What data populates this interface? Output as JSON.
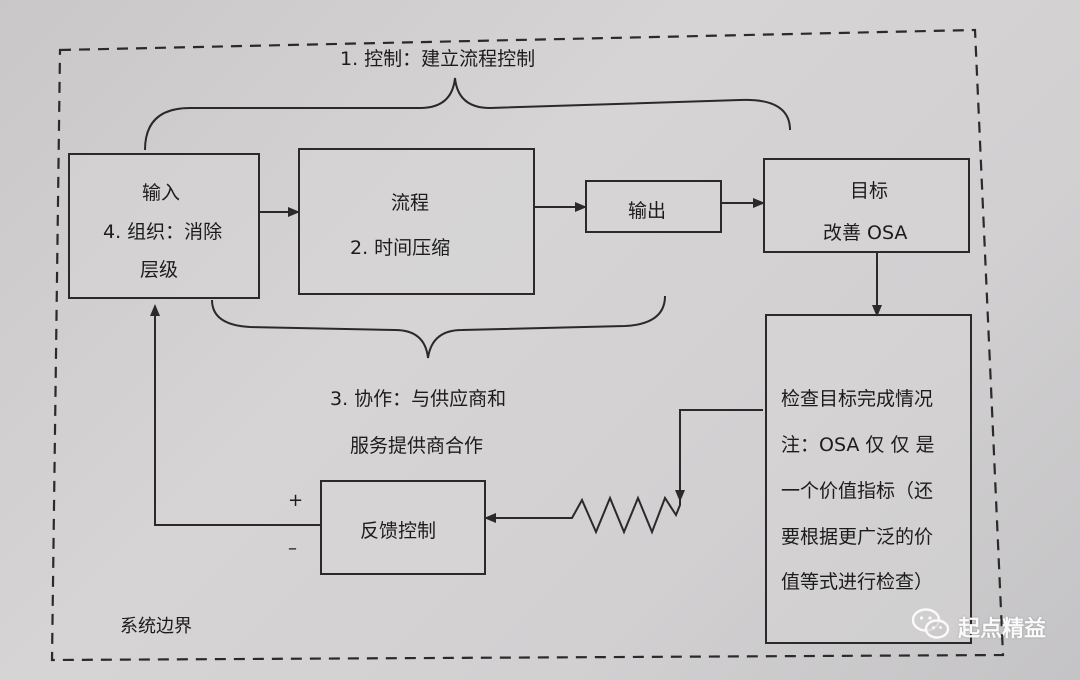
{
  "boundary": {
    "label": "系统边界"
  },
  "input": {
    "title": "输入",
    "line1": "4. 组织：消除",
    "line2": "层级"
  },
  "process": {
    "title": "流程",
    "line1": "2. 时间压缩"
  },
  "output": {
    "title": "输出"
  },
  "goal": {
    "title": "目标",
    "line1": "改善 OSA"
  },
  "check": {
    "lines": [
      "检查目标完成情况",
      "注：OSA 仅 仅 是",
      "一个价值指标（还",
      "要根据更广泛的价",
      "值等式进行检查）"
    ]
  },
  "feedback": {
    "title": "反馈控制",
    "plus": "+",
    "minus": "–"
  },
  "control": {
    "label": "1. 控制：建立流程控制"
  },
  "cooperation": {
    "line1": "3. 协作：与供应商和",
    "line2": "服务提供商合作"
  },
  "watermark": {
    "text": "起点精益",
    "icon": "wechat-icon"
  },
  "colors": {
    "background": "#d2d0d1",
    "line": "#2a2a2a",
    "watermark": "#fafafa"
  }
}
